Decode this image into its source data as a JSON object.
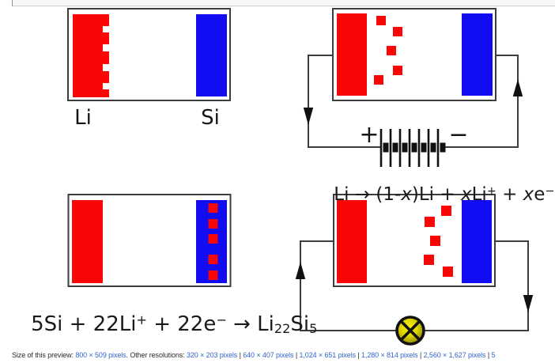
{
  "colors": {
    "electrode_red": "#f90606",
    "electrode_blue": "#120cf2",
    "wire_gray": "#3d3d3d",
    "ink_black": "#111111",
    "bulb_core": "#fdf40a",
    "bulb_mid": "#ddd500",
    "bulb_edge": "#8c8500",
    "link_blue": "#3366cc",
    "caption_text": "#2b2b2b",
    "toolbar_gray": "#f7f7f7"
  },
  "pristine_cell": {
    "anode_label": "Li",
    "cathode_label": "Si"
  },
  "battery": {
    "plus_label": "+",
    "minus_label": "−"
  },
  "equations": {
    "anode_charge": {
      "segments": {
        "s0": "Li → (1-",
        "s1": "x",
        "s2": ")Li + ",
        "s3": "x",
        "s4": "Li",
        "s5": "+",
        "s6": " + ",
        "s7": "x",
        "s8": "e",
        "s9": "−"
      }
    },
    "cathode_lithiation": {
      "segments": {
        "s0": "5Si + 22Li",
        "s1": "+",
        "s2": " + 22e",
        "s3": "−",
        "s4": " → Li",
        "s5": "22",
        "s6": "Si",
        "s7": "5"
      }
    }
  },
  "preview_bar": {
    "prefix": "Size of this preview: ",
    "preview_link": "800 × 509 pixels",
    "other_label": ". Other resolutions: ",
    "separator": " | ",
    "resolutions": [
      "320 × 203 pixels",
      "640 × 407 pixels",
      "1,024 × 651 pixels",
      "1,280 × 814 pixels",
      "2,560 × 1,627 pixels"
    ],
    "truncated_tail": "5"
  }
}
